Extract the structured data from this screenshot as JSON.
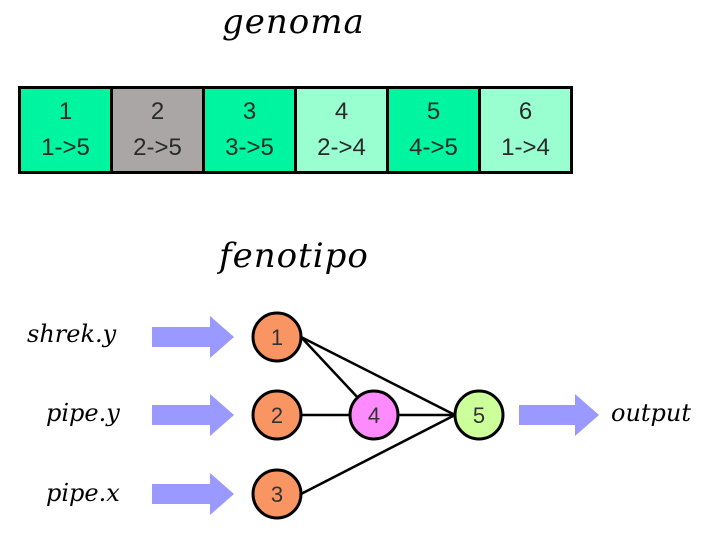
{
  "genome": {
    "title": "genoma",
    "genes": [
      {
        "id": "1",
        "conn": "1->5",
        "color": "#00f5a0"
      },
      {
        "id": "2",
        "conn": "2->5",
        "color": "#aaa6a5"
      },
      {
        "id": "3",
        "conn": "3->5",
        "color": "#00f5a0"
      },
      {
        "id": "4",
        "conn": "2->4",
        "color": "#99ffd1"
      },
      {
        "id": "5",
        "conn": "4->5",
        "color": "#00f5a0"
      },
      {
        "id": "6",
        "conn": "1->4",
        "color": "#99ffd1"
      }
    ]
  },
  "phenotype": {
    "title": "fenotipo",
    "inputs": [
      "shrek.y",
      "pipe.y",
      "pipe.x"
    ],
    "output": "output",
    "nodes": [
      {
        "id": "1",
        "color": "#f99463"
      },
      {
        "id": "2",
        "color": "#f99463"
      },
      {
        "id": "3",
        "color": "#f99463"
      },
      {
        "id": "4",
        "color": "#fd8bfd"
      },
      {
        "id": "5",
        "color": "#ccff99"
      }
    ],
    "arrow_color": "#9999ff"
  }
}
